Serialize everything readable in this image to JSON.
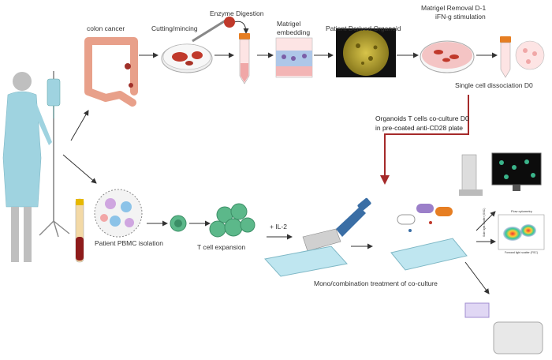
{
  "labels": {
    "colon_cancer": "colon cancer",
    "cutting": "Cutting/mincing",
    "enzyme": "Enzyme Digestion",
    "matrigel_embedding_1": "Matrigel",
    "matrigel_embedding_2": "embedding",
    "pdo": "Patient Derived Organoid",
    "matrigel_removal": "Matrigel Removal D-1",
    "ifn": "iFN-g stimulation",
    "single_cell": "Single cell dissociation D0",
    "coculture_1": "Organoids T cells co-culture D0",
    "coculture_2": "in pre-coated anti-CD28 plate",
    "pbmc": "Patient PBMC isolation",
    "tcell_expansion": "T cell expansion",
    "il2": "+ IL-2",
    "treatment": "Mono/combination treatment of co-culture",
    "flow_title": "Flow cytometry",
    "flow_xlabel": "Forward light scatter (FSC)",
    "flow_ylabel": "Side light scatter (SSC)"
  },
  "colors": {
    "arrow": "#333333",
    "highlight_arrow": "#a52a2a",
    "colon": "#e8a08a",
    "dish": "#d9d9d9",
    "tissue": "#c0392b",
    "tube_cap": "#e67e22",
    "organoid_bg": "#c9b63a",
    "gown": "#9fd3e0",
    "tcell": "#5cb88a",
    "plate": "#bfe6f0",
    "flow_blue": "#2c5aa0"
  },
  "icons": [
    "patient-icon",
    "iv-drip-icon",
    "blood-tube-icon",
    "colon-icon",
    "petri-dish-icon",
    "syringe-icon",
    "tissue-fragment-icon",
    "conical-tube-icon",
    "transwell-icon",
    "organoid-micrograph-icon",
    "culture-dish-icon",
    "cell-suspension-icon",
    "pbmc-cells-icon",
    "tcell-icon",
    "tcell-cluster-icon",
    "multichannel-pipette-icon",
    "well-plate-icon",
    "drug-capsule-icon",
    "microscope-icon",
    "monitor-icon",
    "flow-plot-icon",
    "small-plate-icon",
    "plate-reader-icon"
  ]
}
